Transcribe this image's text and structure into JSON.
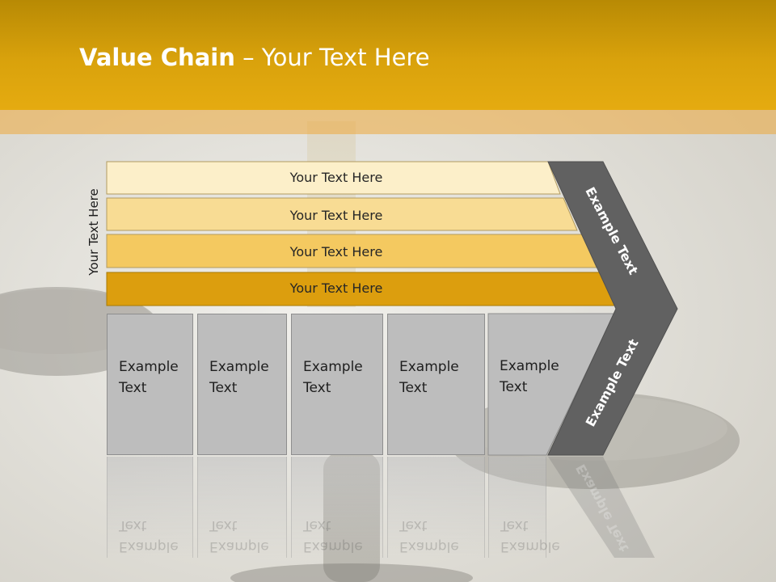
{
  "slide": {
    "title_bold": "Value Chain",
    "title_rest": " – Your Text Here",
    "vertical_label": "Your Text Here"
  },
  "bars": [
    {
      "label": "Your Text Here",
      "color": "#fcefc9"
    },
    {
      "label": "Your Text Here",
      "color": "#f8dc94"
    },
    {
      "label": "Your Text Here",
      "color": "#f4c960"
    },
    {
      "label": "Your Text Here",
      "color": "#dc9e0e"
    }
  ],
  "boxes": [
    {
      "line1": "Example",
      "line2": "Text"
    },
    {
      "line1": "Example",
      "line2": "Text"
    },
    {
      "line1": "Example",
      "line2": "Text"
    },
    {
      "line1": "Example",
      "line2": "Text"
    },
    {
      "line1": "Example",
      "line2": "Text"
    }
  ],
  "chevron": {
    "upper_text": "Example Text",
    "lower_text": "Example Text",
    "color": "#616161"
  },
  "colors": {
    "header": "#d9a20c",
    "box_fill": "#bdbdbd"
  }
}
